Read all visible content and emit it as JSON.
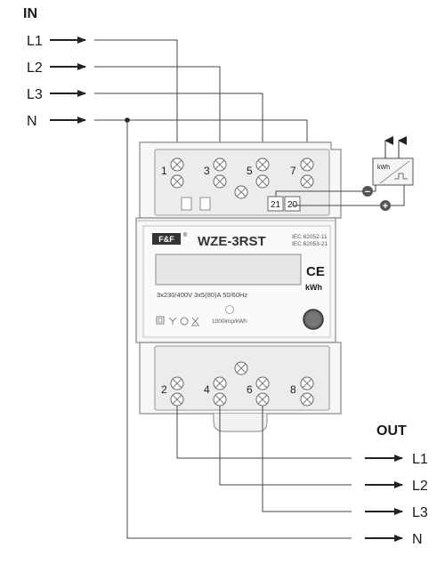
{
  "labels": {
    "in": "IN",
    "out": "OUT",
    "inputs": [
      "L1",
      "L2",
      "L3",
      "N"
    ],
    "outputs": [
      "L1",
      "L2",
      "L3",
      "N"
    ]
  },
  "terminals": {
    "top": [
      "1",
      "3",
      "5",
      "7"
    ],
    "bottom": [
      "2",
      "4",
      "6",
      "8"
    ],
    "pulse": [
      "21",
      "20"
    ]
  },
  "meter": {
    "brand": "F&F",
    "registered": "®",
    "model": "WZE-3RST",
    "standard_1": "IEC 62052-11",
    "standard_2": "IEC 62053-21",
    "ce": "CE",
    "unit": "kWh",
    "rating": "3x230/400V  3x5(80)A  50/60Hz",
    "impulse": "1000imp/kWh"
  },
  "counter": {
    "label": "kWh",
    "minus": "−",
    "plus": "+"
  }
}
